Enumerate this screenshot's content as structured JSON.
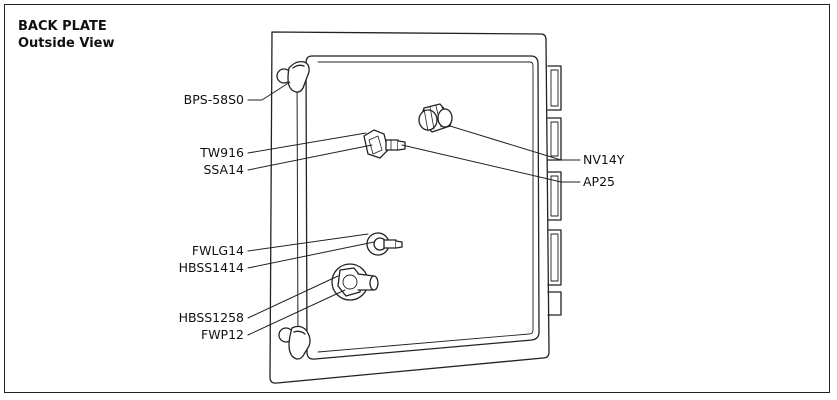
{
  "title": {
    "line1": "BACK PLATE",
    "line2": "Outside View"
  },
  "labels": {
    "bps": "BPS-58S0",
    "tw": "TW916",
    "ssa": "SSA14",
    "fwlg": "FWLG14",
    "hbss1414": "HBSS1414",
    "hbss1258": "HBSS1258",
    "fwp": "FWP12",
    "nv": "NV14Y",
    "ap": "AP25"
  },
  "colors": {
    "line": "#222222",
    "fill": "#ffffff"
  }
}
